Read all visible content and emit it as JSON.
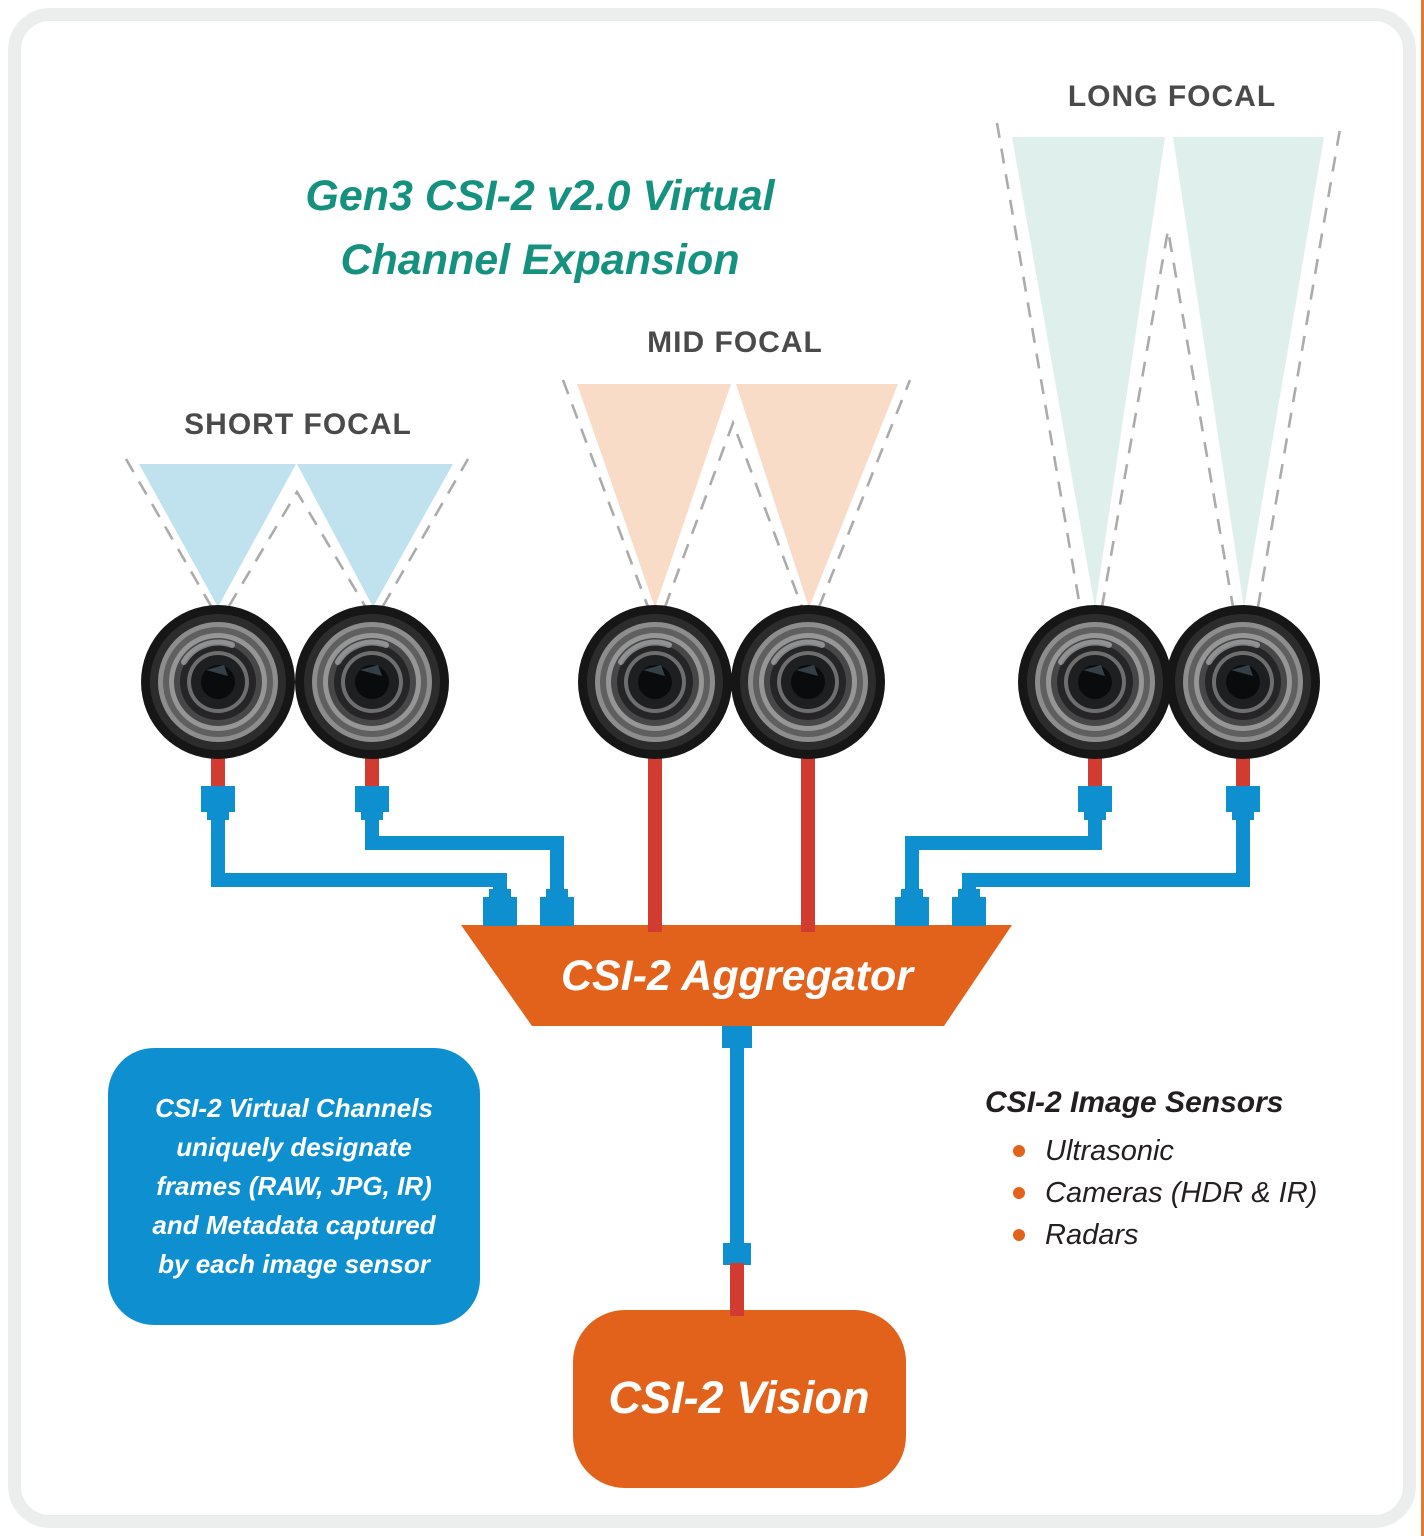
{
  "title": {
    "line1": "Gen3 CSI-2 v2.0 Virtual",
    "line2": "Channel Expansion"
  },
  "groups": [
    {
      "label": "SHORT FOCAL",
      "cameras": 2,
      "cone_color": "#bfe2ee"
    },
    {
      "label": "MID FOCAL",
      "cameras": 2,
      "cone_color": "#f8dcc8"
    },
    {
      "label": "LONG FOCAL",
      "cameras": 2,
      "cone_color": "#dfefec"
    }
  ],
  "aggregator": {
    "label": "CSI-2 Aggregator"
  },
  "vision": {
    "label": "CSI-2 Vision"
  },
  "callout": {
    "lines": [
      "CSI-2 Virtual Channels",
      "uniquely designate",
      "frames (RAW, JPG, IR)",
      "and Metadata captured",
      "by each image sensor"
    ]
  },
  "sensors": {
    "title": "CSI-2 Image Sensors",
    "items": [
      "Ultrasonic",
      "Cameras (HDR & IR)",
      "Radars"
    ]
  },
  "colors": {
    "title_teal": "#14917f",
    "label_gray": "#4a4a4b",
    "orange": "#e2611b",
    "blue": "#0e90d0",
    "red": "#d23b30",
    "cone_short": "#bfe2ee",
    "cone_mid": "#f8dcc8",
    "cone_long": "#dfefec",
    "dash_gray": "#ababab",
    "card_border": "#eceded",
    "list_text": "#231f20"
  }
}
